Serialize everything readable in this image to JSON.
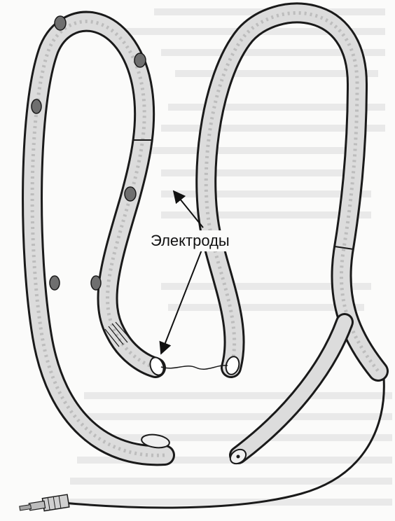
{
  "callout": {
    "label": "Электроды"
  },
  "colors": {
    "ink": "#1a1a1a",
    "tube_fill": "#d9d9d9",
    "electrode_band": "#6f6f6f",
    "background_text": "#b4b4b4"
  },
  "illustration": {
    "subject": "catheter-with-electrodes",
    "components": [
      "catheter-tube",
      "electrode-bands",
      "connection-wire",
      "jack-connector"
    ]
  }
}
